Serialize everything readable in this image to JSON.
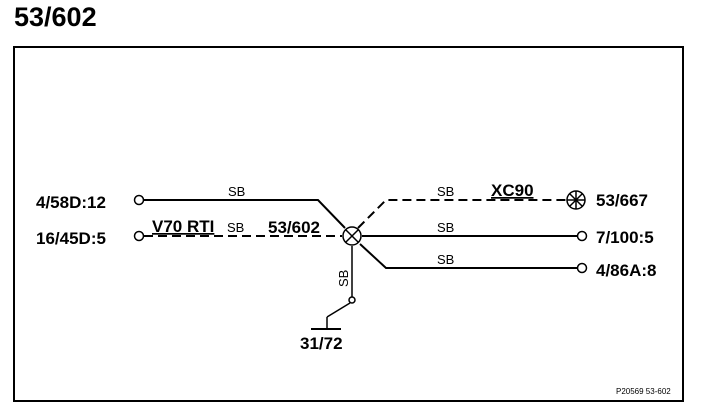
{
  "title": "53/602",
  "connectors": {
    "left_top": "4/58D:12",
    "left_bottom": "16/45D:5",
    "right_top": "53/667",
    "right_middle": "7/100:5",
    "right_bottom": "4/86A:8",
    "ground": "31/72"
  },
  "splice": {
    "label": "53/602"
  },
  "wires": {
    "color_top_left": "SB",
    "color_bottom_left": "SB",
    "color_right_top": "SB",
    "color_right_middle": "SB",
    "color_right_bottom": "SB",
    "color_ground": "SB"
  },
  "variants": {
    "left": "V70 RTI",
    "right": "XC90"
  },
  "footer": {
    "ref": "P20569  53-602"
  }
}
